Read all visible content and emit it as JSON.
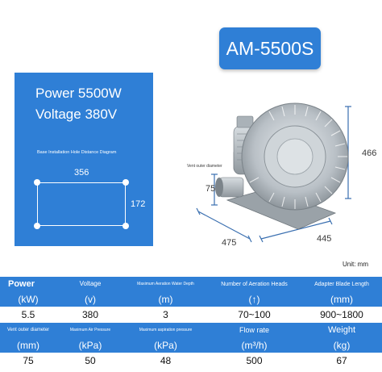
{
  "model": "AM-5500S",
  "specs": {
    "power": "Power 5500W",
    "voltage": "Voltage 380V"
  },
  "base_diagram": {
    "title": "Base Installation Hole Distance Diagram",
    "width": "356",
    "height": "172"
  },
  "drawing": {
    "vent_label": "Vent outer diameter",
    "height": "466",
    "vent": "75",
    "length": "475",
    "depth": "445",
    "unit": "Unit: mm"
  },
  "table": {
    "row1_headers": [
      "Power",
      "Voltage",
      "Maximum Aeration Water Depth",
      "Number of Aeration Heads",
      "Adapter Blade Length"
    ],
    "row1_units": [
      "(kW)",
      "(v)",
      "(m)",
      "(↑)",
      "(mm)"
    ],
    "row1_values": [
      "5.5",
      "380",
      "3",
      "70~100",
      "900~1800"
    ],
    "row2_headers": [
      "Vent outer diameter",
      "Maximum Air Pressure",
      "Maximum aspiration pressure",
      "Flow rate",
      "Weight"
    ],
    "row2_units": [
      "(mm)",
      "(kPa)",
      "(kPa)",
      "(m³/h)",
      "(kg)"
    ],
    "row2_values": [
      "75",
      "50",
      "48",
      "500",
      "67"
    ]
  },
  "colors": {
    "brand_blue": "#2f7fd6"
  }
}
